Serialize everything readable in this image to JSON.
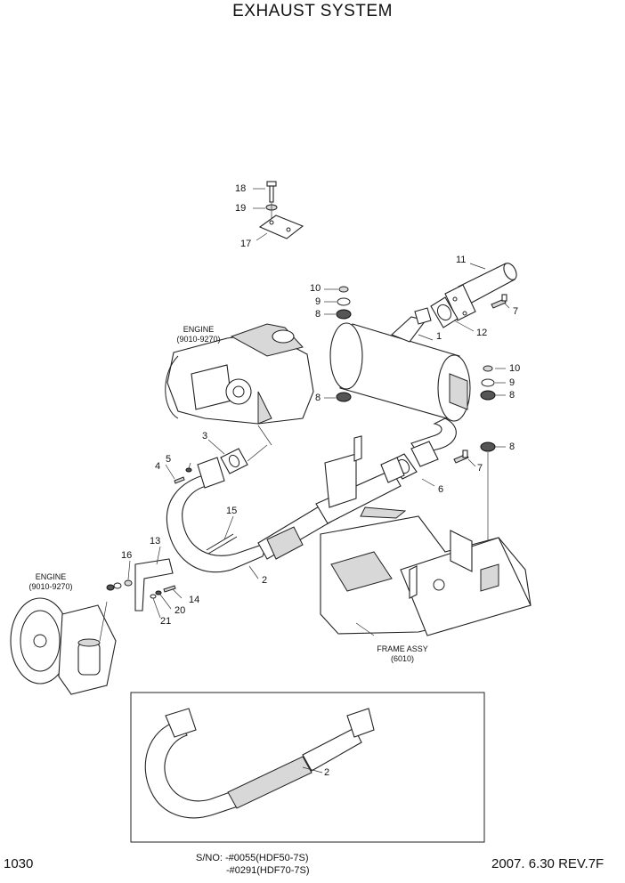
{
  "header": {
    "title": "EXHAUST SYSTEM"
  },
  "labels": {
    "engine_top": [
      "ENGINE",
      "(9010-9270)"
    ],
    "engine_left": [
      "ENGINE",
      "(9010-9270)"
    ],
    "frame_assy": [
      "FRAME ASSY",
      "(6010)"
    ]
  },
  "part_numbers": {
    "p1": "1",
    "p2": "2",
    "p2_detail": "2",
    "p3": "3",
    "p4": "4",
    "p5": "5",
    "p6": "6",
    "p7a": "7",
    "p7b": "7",
    "p8a": "8",
    "p8b": "8",
    "p8c": "8",
    "p8d": "8",
    "p9a": "9",
    "p9b": "9",
    "p10a": "10",
    "p10b": "10",
    "p11": "11",
    "p12": "12",
    "p13": "13",
    "p14": "14",
    "p15": "15",
    "p16": "16",
    "p17": "17",
    "p18": "18",
    "p19": "19",
    "p20": "20",
    "p21": "21"
  },
  "footer": {
    "page_number": "1030",
    "serial_label": "S/NO: -#0055(HDF50-7S)",
    "serial_line2": "-#0291(HDF70-7S)",
    "revision": "2007. 6.30  REV.7F"
  }
}
